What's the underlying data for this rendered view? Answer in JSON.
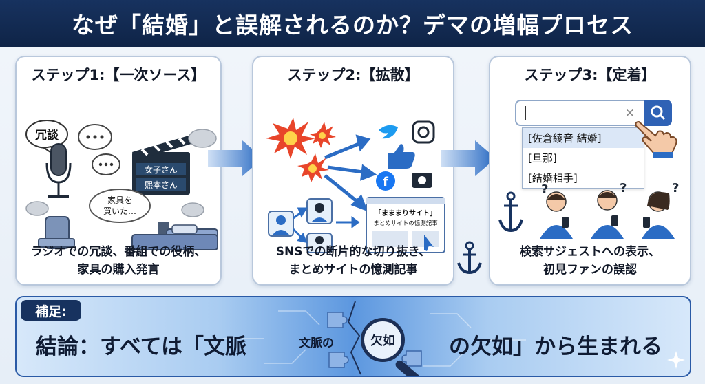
{
  "title": "なぜ「結婚」と誤解されるのか？デマの増幅プロセス",
  "steps": [
    {
      "title": "ステップ1:【一次ソース】",
      "bubble_text": "冗談",
      "clapper_line1": "女子さん",
      "clapper_line2": "𤋮本さん",
      "thought_line1": "家具を",
      "thought_line2": "買いた…",
      "caption_line1": "ラジオでの冗談、番組での役柄、",
      "caption_line2": "家具の購入発言"
    },
    {
      "title": "ステップ2:【拡散】",
      "site_name": "「まままりサイト」",
      "site_headline": "まとめサイトの憶測記事",
      "caption_line1": "SNSでの断片的な切り抜き、",
      "caption_line2": "まとめサイトの憶測記事"
    },
    {
      "title": "ステップ3:【定着】",
      "suggestions": [
        "[佐倉綾音 結婚]",
        "[旦那]",
        "[結婚相手]"
      ],
      "caption_line1": "検索サジェストへの表示、",
      "caption_line2": "初見ファンの誤認"
    }
  ],
  "footer": {
    "label": "補足:",
    "conclusion_left": "結論：すべては「文脈",
    "conclusion_right": "の欠如」から生まれる",
    "puzzle_word": "文脈の",
    "lens_word": "欠如"
  },
  "colors": {
    "header_bg": "#17325f",
    "accent_blue": "#2f62b5",
    "arrow_blue": "#2b6cc4"
  }
}
